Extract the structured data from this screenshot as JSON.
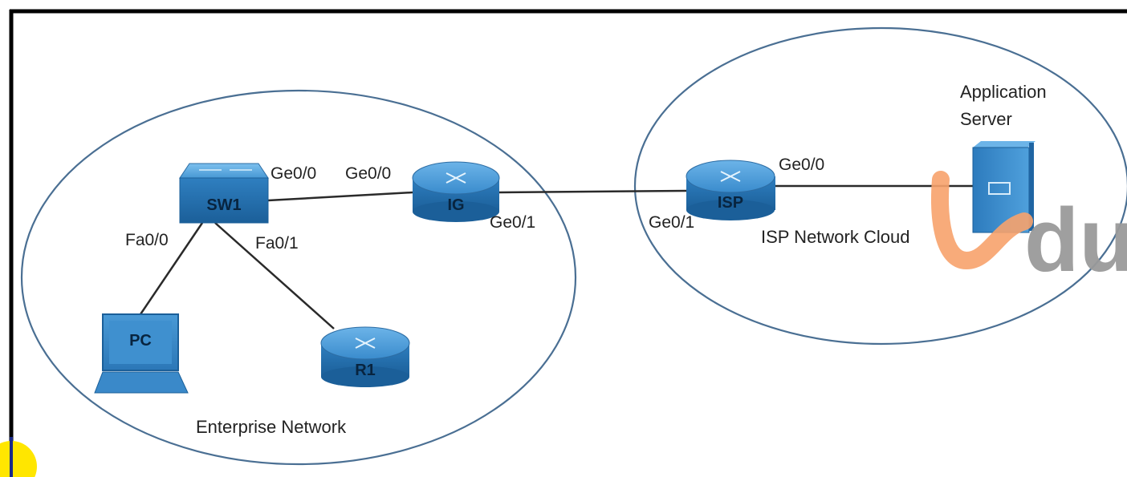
{
  "zones": {
    "enterprise": "Enterprise Network",
    "isp_cloud": "ISP Network Cloud"
  },
  "devices": {
    "sw1": "SW1",
    "ig": "IG",
    "isp": "ISP",
    "r1": "R1",
    "pc": "PC",
    "app_server_line1": "Application",
    "app_server_line2": "Server"
  },
  "interfaces": {
    "sw1_ge00": "Ge0/0",
    "ig_ge00": "Ge0/0",
    "ig_ge01": "Ge0/1",
    "isp_ge01": "Ge0/1",
    "isp_ge00": "Ge0/0",
    "sw1_fa00": "Fa0/0",
    "sw1_fa01": "Fa0/1"
  },
  "watermark": "du",
  "colors": {
    "frame": "#000000",
    "zone_outline": "#4a6f93",
    "device_blue": "#2f7fc0",
    "device_dark": "#1b5f99",
    "link": "#2a2a2a",
    "watermark_orange": "#f7a26c",
    "watermark_gray": "#9a9a9a",
    "corner_yellow": "#ffe600"
  }
}
